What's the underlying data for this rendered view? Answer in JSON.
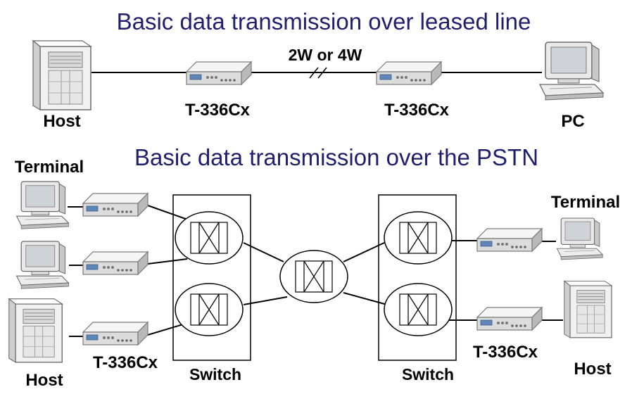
{
  "top": {
    "title": "Basic data transmission over leased line",
    "host_label": "Host",
    "modem_left_label": "T-336Cx",
    "modem_right_label": "T-336Cx",
    "line_label": "2W or 4W",
    "pc_label": "PC"
  },
  "bottom": {
    "title": "Basic data transmission over the PSTN",
    "terminal_left_label": "Terminal",
    "host_left_label": "Host",
    "modem_left_label": "T-336Cx",
    "switch_left_label": "Switch",
    "switch_right_label": "Switch",
    "modem_right_label": "T-336Cx",
    "terminal_right_label": "Terminal",
    "host_right_label": "Host"
  },
  "icons": {
    "host": "server-tower-icon",
    "pc": "desktop-computer-icon",
    "terminal": "terminal-computer-icon",
    "modem": "modem-icon",
    "switch": "crossbar-switch-icon"
  }
}
